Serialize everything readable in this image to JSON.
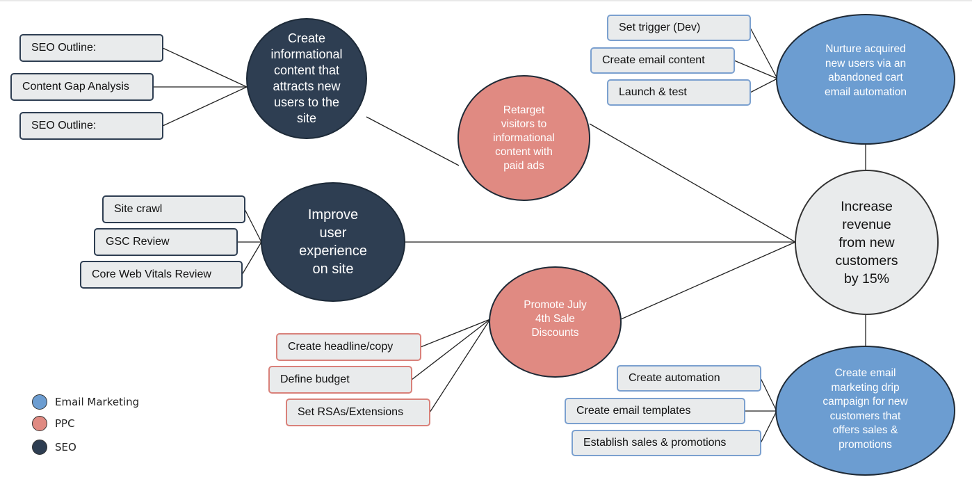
{
  "colors": {
    "email": "#6c9dd1",
    "ppc": "#e08a82",
    "seo": "#2e3e52",
    "goal": "#e9ebec"
  },
  "goal": {
    "label": "Increase revenue from new customers by 15%",
    "lines": [
      "Increase",
      "revenue",
      "from new",
      "customers",
      "by 15%"
    ]
  },
  "nodes": {
    "seo_content": {
      "lines": [
        "Create",
        "informational",
        "content that",
        "attracts new",
        "users to the",
        "site"
      ],
      "tasks": [
        "SEO Outline:",
        "Content Gap Analysis",
        "SEO Outline:"
      ]
    },
    "seo_ux": {
      "lines": [
        "Improve",
        "user",
        "experience",
        "on site"
      ],
      "tasks": [
        "Site crawl",
        "GSC Review",
        "Core Web Vitals Review"
      ]
    },
    "ppc_retarget": {
      "lines": [
        "Retarget",
        "visitors to",
        "informational",
        "content with",
        "paid ads"
      ]
    },
    "ppc_promote": {
      "lines": [
        "Promote July",
        "4th Sale",
        "Discounts"
      ],
      "tasks": [
        "Create headline/copy",
        "Define budget",
        "Set RSAs/Extensions"
      ]
    },
    "email_nurture": {
      "lines": [
        "Nurture acquired",
        "new users via an",
        "abandoned cart",
        "email automation"
      ],
      "tasks": [
        "Set trigger (Dev)",
        "Create email content",
        "Launch & test"
      ]
    },
    "email_drip": {
      "lines": [
        "Create email",
        "marketing drip",
        "campaign for new",
        "customers that",
        "offers sales &",
        "promotions"
      ],
      "tasks": [
        "Create automation",
        "Create email templates",
        "Establish sales & promotions"
      ]
    }
  },
  "legend": [
    {
      "label": "Email Marketing",
      "color": "#6c9dd1"
    },
    {
      "label": "PPC",
      "color": "#e08a82"
    },
    {
      "label": "SEO",
      "color": "#2e3e52"
    }
  ]
}
